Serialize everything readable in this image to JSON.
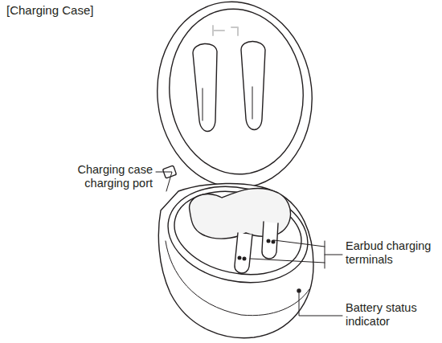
{
  "diagram": {
    "title": "[Charging Case]",
    "labels": [
      "Charging case charging port",
      "Earbud charging terminals",
      "Battery status indicator"
    ]
  }
}
